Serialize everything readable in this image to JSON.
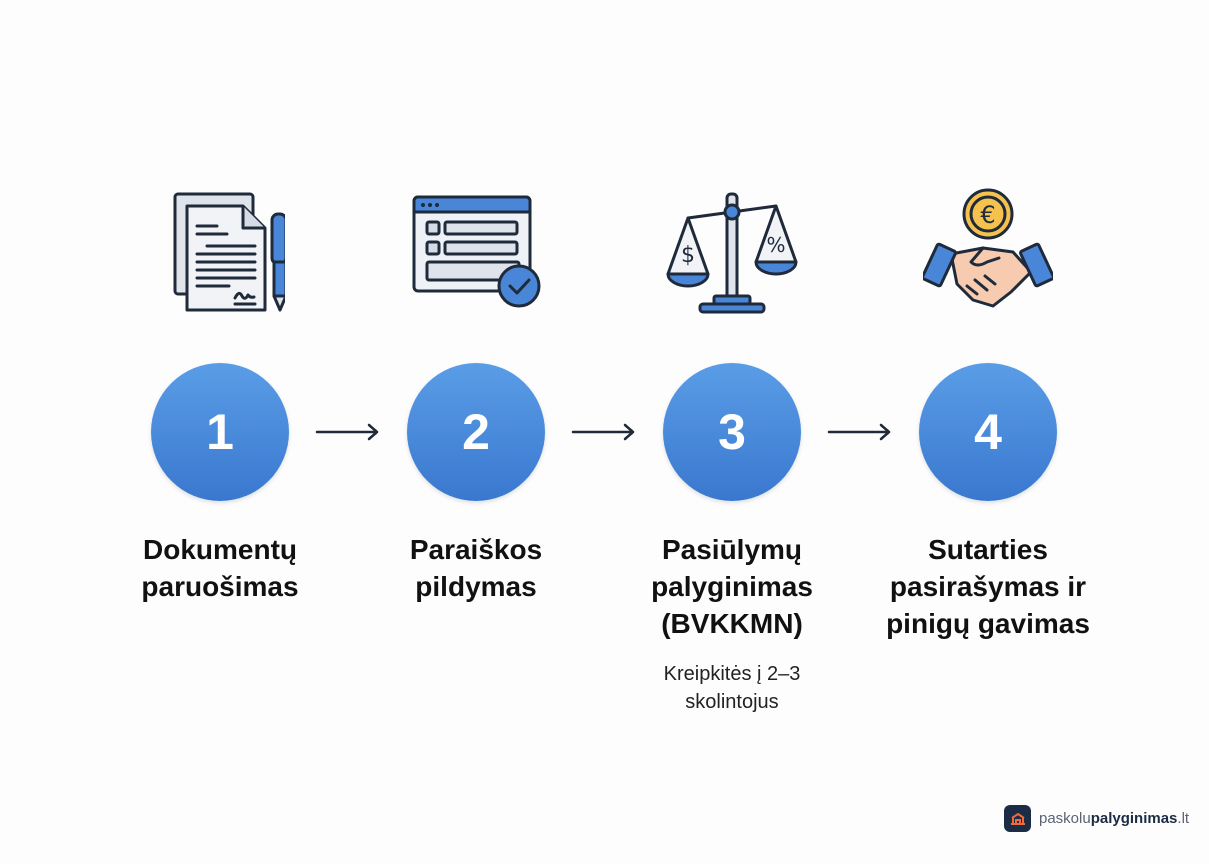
{
  "steps": [
    {
      "number": "1",
      "label_lines": [
        "Dokumentų",
        "paruošimas"
      ],
      "icon": "document-pen-icon"
    },
    {
      "number": "2",
      "label_lines": [
        "Paraiškos",
        "pildymas"
      ],
      "icon": "form-check-icon"
    },
    {
      "number": "3",
      "label_lines": [
        "Pasiūlymų",
        "palyginimas",
        "(BVKKMN)"
      ],
      "note_lines": [
        "Kreipkitės į 2–3",
        "skolintojus"
      ],
      "icon": "balance-scale-icon"
    },
    {
      "number": "4",
      "label_lines": [
        "Sutarties",
        "pasirašymas ir",
        "pinigų gavimas"
      ],
      "icon": "handshake-euro-icon"
    }
  ],
  "brand": {
    "prefix": "paskolu",
    "bold": "palyginimas",
    "suffix": ".lt"
  },
  "colors": {
    "circle": "#4a8ad9",
    "icon_blue": "#4a86d8",
    "outline": "#1f2a3a",
    "coin": "#f5c24e",
    "skin": "#f6cbb0"
  }
}
